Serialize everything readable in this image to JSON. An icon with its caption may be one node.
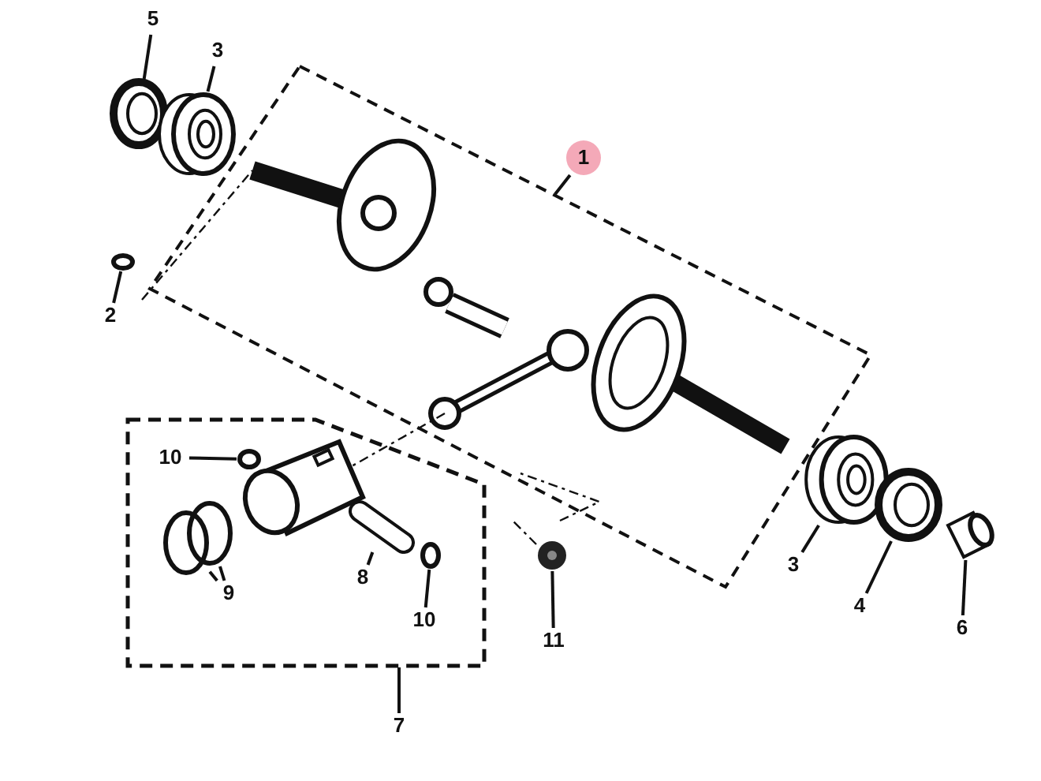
{
  "diagram": {
    "nodes": [
      {
        "text": [
          "5"
        ]
      },
      {
        "text": [],
        "shape": "picture"
      },
      {
        "text": [
          "3"
        ]
      },
      {
        "text": [],
        "shape": "picture"
      },
      {
        "text": [
          "1"
        ]
      },
      {
        "text": [],
        "shape": "box"
      },
      {
        "text": [],
        "shape": "circle"
      },
      {
        "text": [
          "2"
        ]
      },
      {
        "text": [],
        "shape": "box"
      },
      {
        "text": [
          "10"
        ],
        "in": 8
      },
      {
        "text": [],
        "shape": "circle",
        "in": 8
      },
      {
        "text": [],
        "shape": "circle",
        "in": 8
      },
      {
        "text": [],
        "shape": "circle",
        "in": 8
      },
      {
        "text": [
          "9"
        ],
        "in": 8
      },
      {
        "text": [],
        "shape": "picture",
        "in": 8
      },
      {
        "text": [
          "8"
        ],
        "in": 8
      },
      {
        "text": [],
        "shape": "circle",
        "in": 8
      },
      {
        "text": [
          "10"
        ],
        "in": 8
      },
      {
        "text": [
          "7"
        ]
      },
      {
        "text": [],
        "shape": "picture"
      },
      {
        "text": [
          "11"
        ]
      },
      {
        "text": [],
        "shape": "picture"
      },
      {
        "text": [
          "3"
        ]
      },
      {
        "text": [],
        "shape": "picture"
      },
      {
        "text": [
          "4"
        ]
      },
      {
        "text": [],
        "shape": "picture"
      },
      {
        "text": [
          "6"
        ]
      }
    ],
    "edges": [
      {
        "from": 0,
        "to": 1,
        "arrow": "none"
      },
      {
        "from": 2,
        "to": 3,
        "arrow": "none"
      },
      {
        "from": 4,
        "to": 5,
        "arrow": "none"
      },
      {
        "from": 7,
        "to": 6,
        "arrow": "none"
      },
      {
        "from": 9,
        "to": 10,
        "arrow": "none"
      },
      {
        "from": 13,
        "to": 11,
        "arrow": "none"
      },
      {
        "from": 13,
        "to": 12,
        "arrow": "none"
      },
      {
        "from": 15,
        "to": 14,
        "arrow": "none"
      },
      {
        "from": 17,
        "to": 16,
        "arrow": "none"
      },
      {
        "from": 18,
        "to": 8,
        "arrow": "none"
      },
      {
        "from": 20,
        "to": 19,
        "arrow": "none"
      },
      {
        "from": 22,
        "to": 21,
        "arrow": "none"
      },
      {
        "from": 24,
        "to": 23,
        "arrow": "none"
      },
      {
        "from": 26,
        "to": 25,
        "arrow": "none"
      }
    ]
  }
}
